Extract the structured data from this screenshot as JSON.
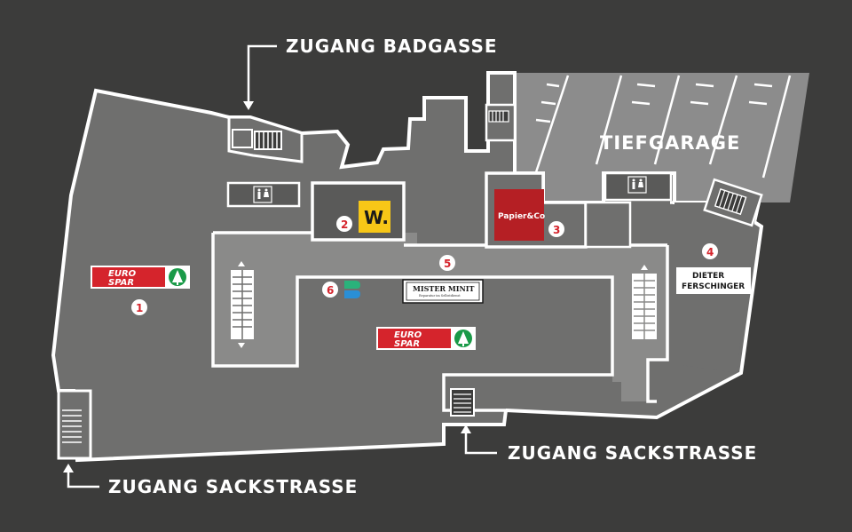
{
  "access": {
    "badgasse": "ZUGANG BADGASSE",
    "sackstrasse_right": "ZUGANG SACKSTRASSE",
    "sackstrasse_left": "ZUGANG SACKSTRASSE"
  },
  "areas": {
    "tiefgarage": "TIEFGARAGE"
  },
  "stores": [
    {
      "number": "1",
      "name_line1": "EURO",
      "name_line2": "SPAR"
    },
    {
      "number": "2",
      "logo_letter": "W."
    },
    {
      "number": "3",
      "name": "Papier&Co"
    },
    {
      "number": "4",
      "name_line1": "DIETER",
      "name_line2": "FERSCHINGER"
    },
    {
      "number": "5",
      "name": "MISTER MINIT",
      "subtitle": "Reparatur im Selbstdienst"
    },
    {
      "number": "6"
    }
  ],
  "spar_center": {
    "name_line1": "EURO",
    "name_line2": "SPAR"
  },
  "colors": {
    "background": "#3c3c3b",
    "floor": "#6f6f6e",
    "corridor": "#8a8a89",
    "garage": "#8c8c8c",
    "wall": "#ffffff",
    "accent_red": "#d5242c",
    "wrapped_yellow": "#f7c717",
    "papier_red": "#b51f24",
    "six_green": "#2ab27b",
    "six_blue": "#2a8fd6"
  },
  "icons": [
    "restroom-icon",
    "stairs-icon",
    "escalator-icon",
    "spar-tree-icon",
    "arrow-up-icon",
    "arrow-down-icon"
  ]
}
